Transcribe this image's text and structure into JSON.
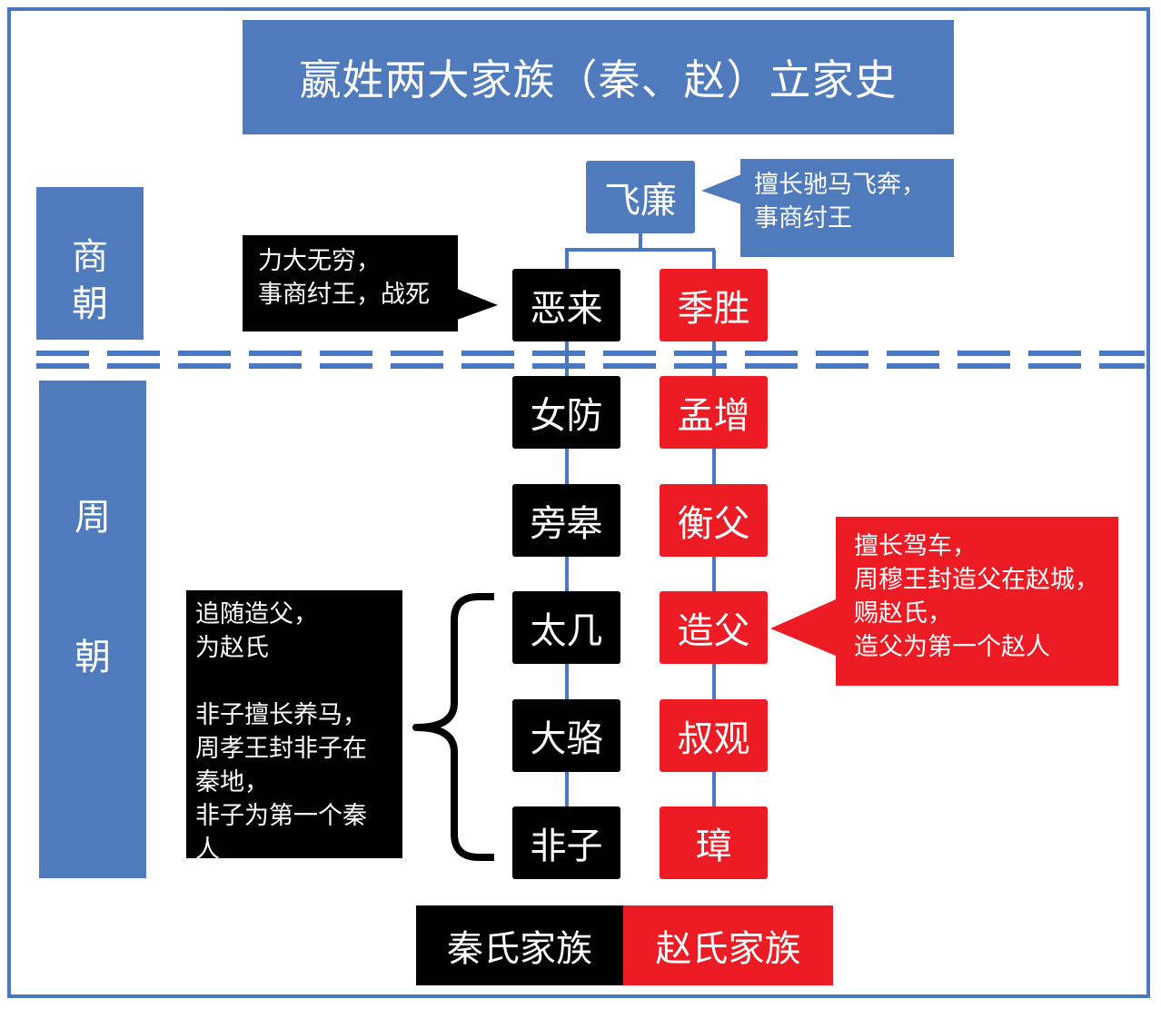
{
  "title": "嬴姓两大家族（秦、赵）立家史",
  "eras": {
    "shang_line1": "商",
    "shang_line2": "朝",
    "zhou_line1": "周",
    "zhou_line2": "朝"
  },
  "root": {
    "name": "飞廉",
    "note": "擅长驰马飞奔，\n事商纣王"
  },
  "qin": [
    "恶来",
    "女防",
    "旁皋",
    "太几",
    "大骆",
    "非子"
  ],
  "zhao": [
    "季胜",
    "孟增",
    "衡父",
    "造父",
    "叔观",
    "璋"
  ],
  "notes": {
    "elai": "力大无穷，\n事商纣王，战死",
    "zaofu": "擅长驾车，\n周穆王封造父在赵城，\n赐赵氏，\n造父为第一个赵人",
    "feizi": "追随造父，\n为赵氏\n\n非子擅长养马，\n周孝王封非子在\n秦地，\n非子为第一个秦\n人"
  },
  "legend": {
    "qin": "秦氏家族",
    "zhao": "赵氏家族"
  },
  "colors": {
    "blue": "#4f7bbd",
    "qin": "#000000",
    "zhao": "#ed1c24",
    "line": "#4a78c0"
  }
}
